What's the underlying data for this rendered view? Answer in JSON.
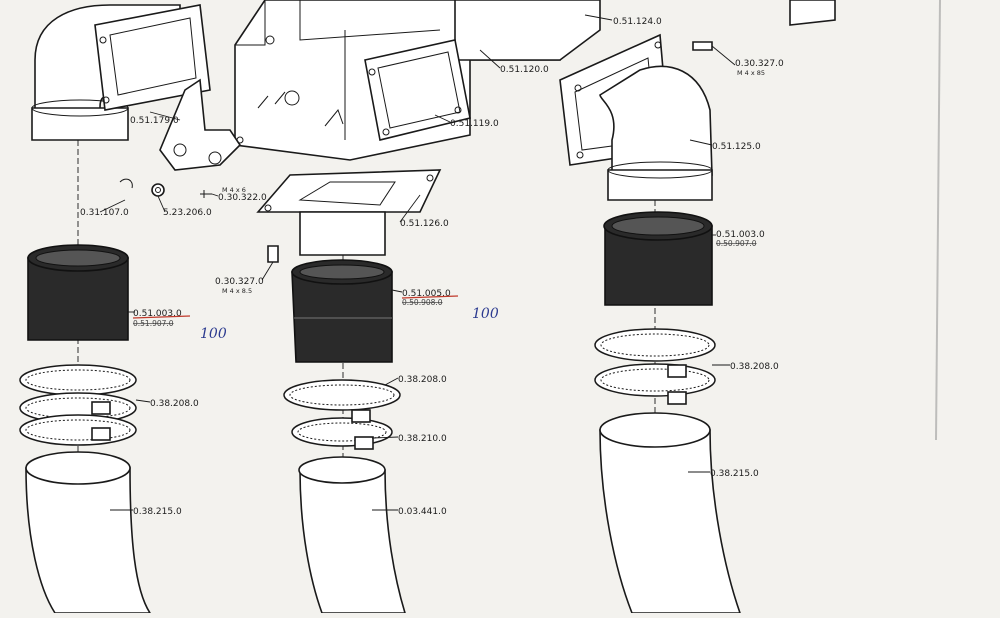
{
  "labels": {
    "p_51124": "0.51.124.0",
    "p_30327_top": "0.30.327.0",
    "p_30327_top_sub": "M 4 x 85",
    "p_51120": "0.51.120.0",
    "p_51179": "0.51.179.0",
    "p_51119": "0.51.119.0",
    "p_51125": "0.51.125.0",
    "p_m4x6": "M 4 x 6",
    "p_30322": "0.30.322.0",
    "p_31107": "0.31.107.0",
    "p_23206": "5.23.206.0",
    "p_51126": "0.51.126.0",
    "p_30327_mid": "0.30.327.0",
    "p_30327_mid_sub": "M 4 x 8.5",
    "p_51003_left": "0.51.003.0",
    "p_51003_left_old": "0.51.907.0",
    "p_51005": "0.51.005.0",
    "p_51005_old": "0.50.908.0",
    "p_51003_right": "0.51.003.0",
    "p_51003_right_old": "0.50.907.0",
    "p_38208_left": "0.38.208.0",
    "p_38208_mid": "0.38.208.0",
    "p_38210": "0.38.210.0",
    "p_38208_right": "0.38.208.0",
    "p_38215_left": "0.38.215.0",
    "p_03441": "0.03.441.0",
    "p_38215_right": "0.38.215.0",
    "hand_left": "100",
    "hand_mid": "100"
  },
  "colors": {
    "paper": "#f3f2ee",
    "ink": "#1a1a1a",
    "rubber": "#2a2a2a",
    "handwriting": "#2b3a8f",
    "correction": "#c0392b"
  }
}
